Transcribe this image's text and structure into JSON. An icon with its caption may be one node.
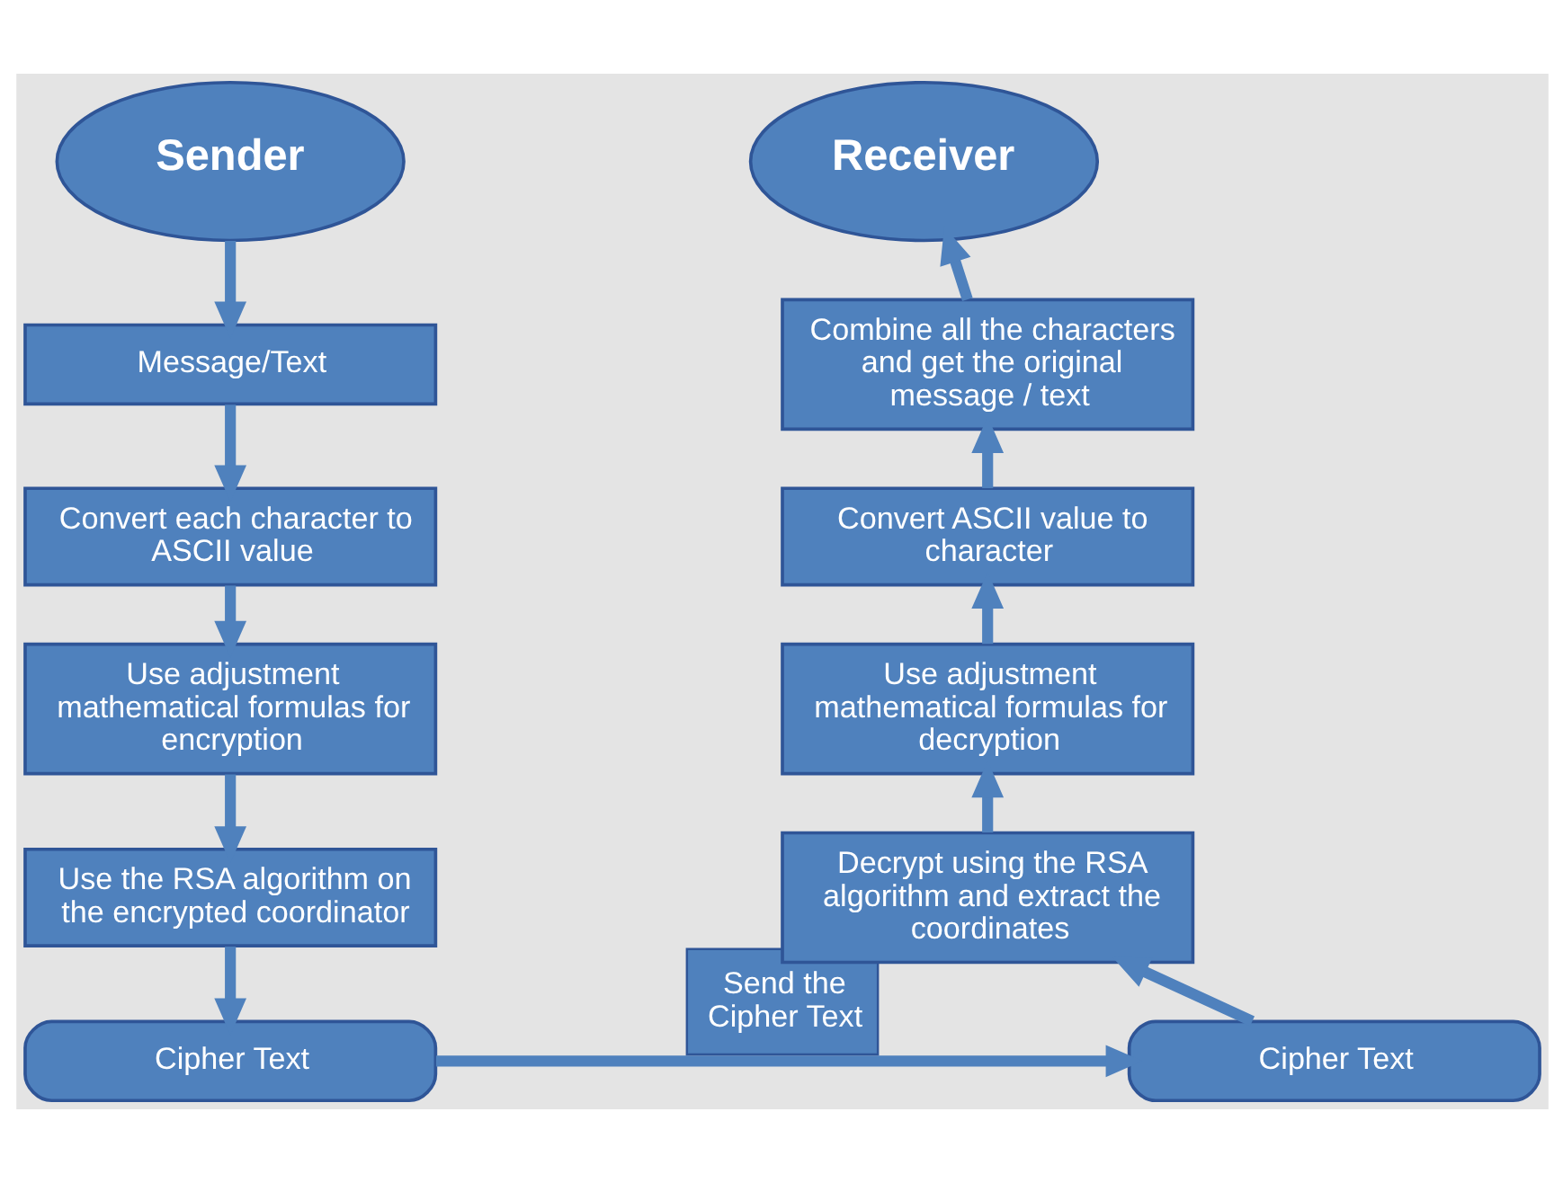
{
  "diagram": {
    "nodes": [
      {
        "text": [
          "Sender"
        ]
      },
      {
        "text": [
          "Message/Text"
        ]
      },
      {
        "text": [
          "Convert each character to ASCII value"
        ]
      },
      {
        "text": [
          "Use adjustment mathematical formulas for encryption"
        ]
      },
      {
        "text": [
          "Use the RSA algorithm on the encrypted coordinator"
        ]
      },
      {
        "text": [
          "Cipher Text"
        ]
      },
      {
        "text": [
          "Cipher Text"
        ]
      },
      {
        "text": [
          "Decrypt using the RSA algorithm and extract the coordinates"
        ]
      },
      {
        "text": [
          "Use adjustment mathematical formulas for decryption"
        ]
      },
      {
        "text": [
          "Convert ASCII value to character"
        ]
      },
      {
        "text": [
          "Combine all the characters and get the original message / text"
        ]
      },
      {
        "text": [
          "Receiver"
        ]
      }
    ],
    "edges": [
      {
        "from": 0,
        "to": 1,
        "arrow": "to"
      },
      {
        "from": 1,
        "to": 2,
        "arrow": "to"
      },
      {
        "from": 2,
        "to": 3,
        "arrow": "to"
      },
      {
        "from": 3,
        "to": 4,
        "arrow": "to"
      },
      {
        "from": 4,
        "to": 5,
        "arrow": "to"
      },
      {
        "from": 5,
        "to": 6,
        "arrow": "to",
        "label": "Send the Cipher Text"
      },
      {
        "from": 6,
        "to": 7,
        "arrow": "to"
      },
      {
        "from": 7,
        "to": 8,
        "arrow": "to"
      },
      {
        "from": 8,
        "to": 9,
        "arrow": "to"
      },
      {
        "from": 9,
        "to": 10,
        "arrow": "to"
      },
      {
        "from": 10,
        "to": 11,
        "arrow": "to"
      }
    ]
  }
}
